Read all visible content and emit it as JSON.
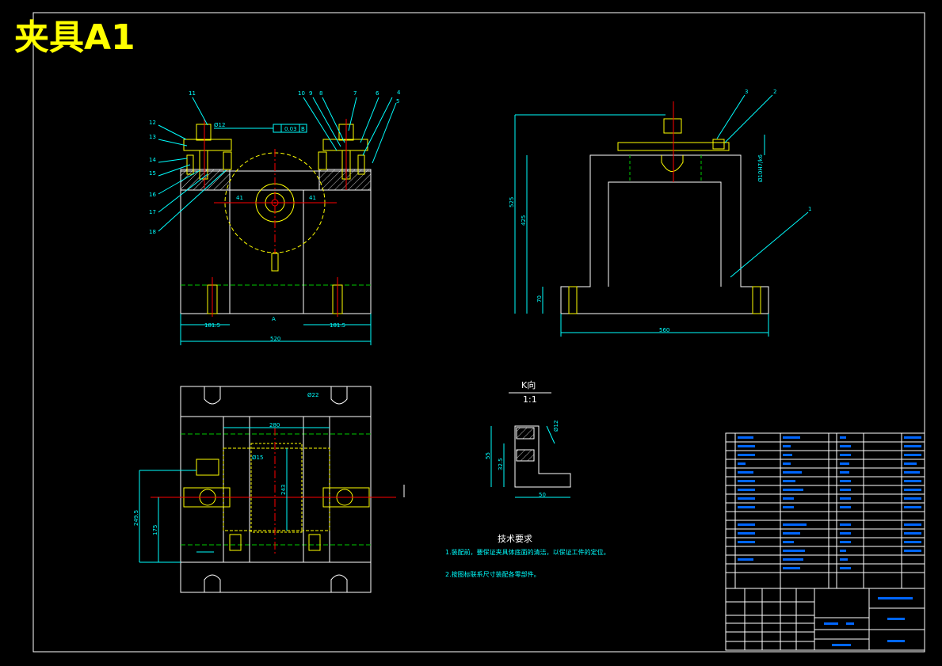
{
  "title": "夹具A1",
  "front_view": {
    "balloons": [
      "11",
      "12",
      "13",
      "14",
      "15",
      "16",
      "17",
      "18",
      "10",
      "9",
      "8",
      "7",
      "6",
      "5",
      "4"
    ],
    "dims": {
      "overall_width": "520",
      "left_half": "181.5",
      "right_half": "181.5",
      "slot_left": "41",
      "slot_right": "41",
      "dia12": "Ø12",
      "tolerance": "0.03",
      "datum": "B",
      "section_mark": "A"
    }
  },
  "side_view": {
    "balloons": [
      "3",
      "2",
      "1"
    ],
    "dims": {
      "height_total": "525",
      "height_mid": "425",
      "base_height": "70",
      "base_width": "560",
      "tol_note": "Ø10H7/k6"
    }
  },
  "top_view": {
    "dims": {
      "width_280": "280",
      "height_243": "243",
      "dim_2495": "249.5",
      "dim_175": "175",
      "label_phi": "Ø22",
      "label_small": "Ø15"
    }
  },
  "k_view": {
    "title": "K向",
    "scale": "1:1",
    "dims": {
      "h55": "55",
      "h325": "32.5",
      "w50": "50",
      "phi": "Ø12"
    }
  },
  "tech_req": {
    "heading": "技术要求",
    "items": [
      "1.装配前，要保证夹具体底面的清洁，以保证工件的定位。",
      "2.按图标联系尺寸装配各零部件。"
    ]
  },
  "colors": {
    "background": "#000000",
    "outline": "#ffffff",
    "dimension": "#00ffff",
    "center": "#ff0000",
    "hidden": "#00cc00",
    "part": "#ffff00",
    "accent": "#0066ff"
  }
}
